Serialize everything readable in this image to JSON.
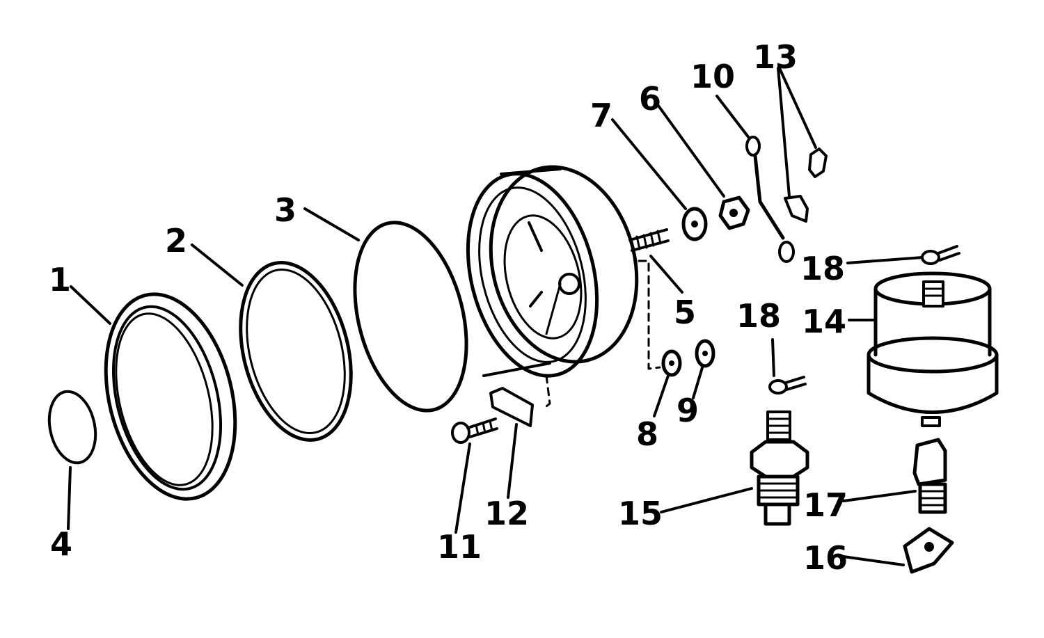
{
  "diagram": {
    "callouts": [
      {
        "id": "1",
        "label": "1"
      },
      {
        "id": "2",
        "label": "2"
      },
      {
        "id": "3",
        "label": "3"
      },
      {
        "id": "4",
        "label": "4"
      },
      {
        "id": "5",
        "label": "5"
      },
      {
        "id": "6",
        "label": "6"
      },
      {
        "id": "7",
        "label": "7"
      },
      {
        "id": "8",
        "label": "8"
      },
      {
        "id": "9",
        "label": "9"
      },
      {
        "id": "10",
        "label": "10"
      },
      {
        "id": "11",
        "label": "11"
      },
      {
        "id": "12",
        "label": "12"
      },
      {
        "id": "13",
        "label": "13"
      },
      {
        "id": "14",
        "label": "14"
      },
      {
        "id": "15",
        "label": "15"
      },
      {
        "id": "16",
        "label": "16"
      },
      {
        "id": "17",
        "label": "17"
      },
      {
        "id": "18a",
        "label": "18"
      },
      {
        "id": "18b",
        "label": "18"
      }
    ]
  }
}
